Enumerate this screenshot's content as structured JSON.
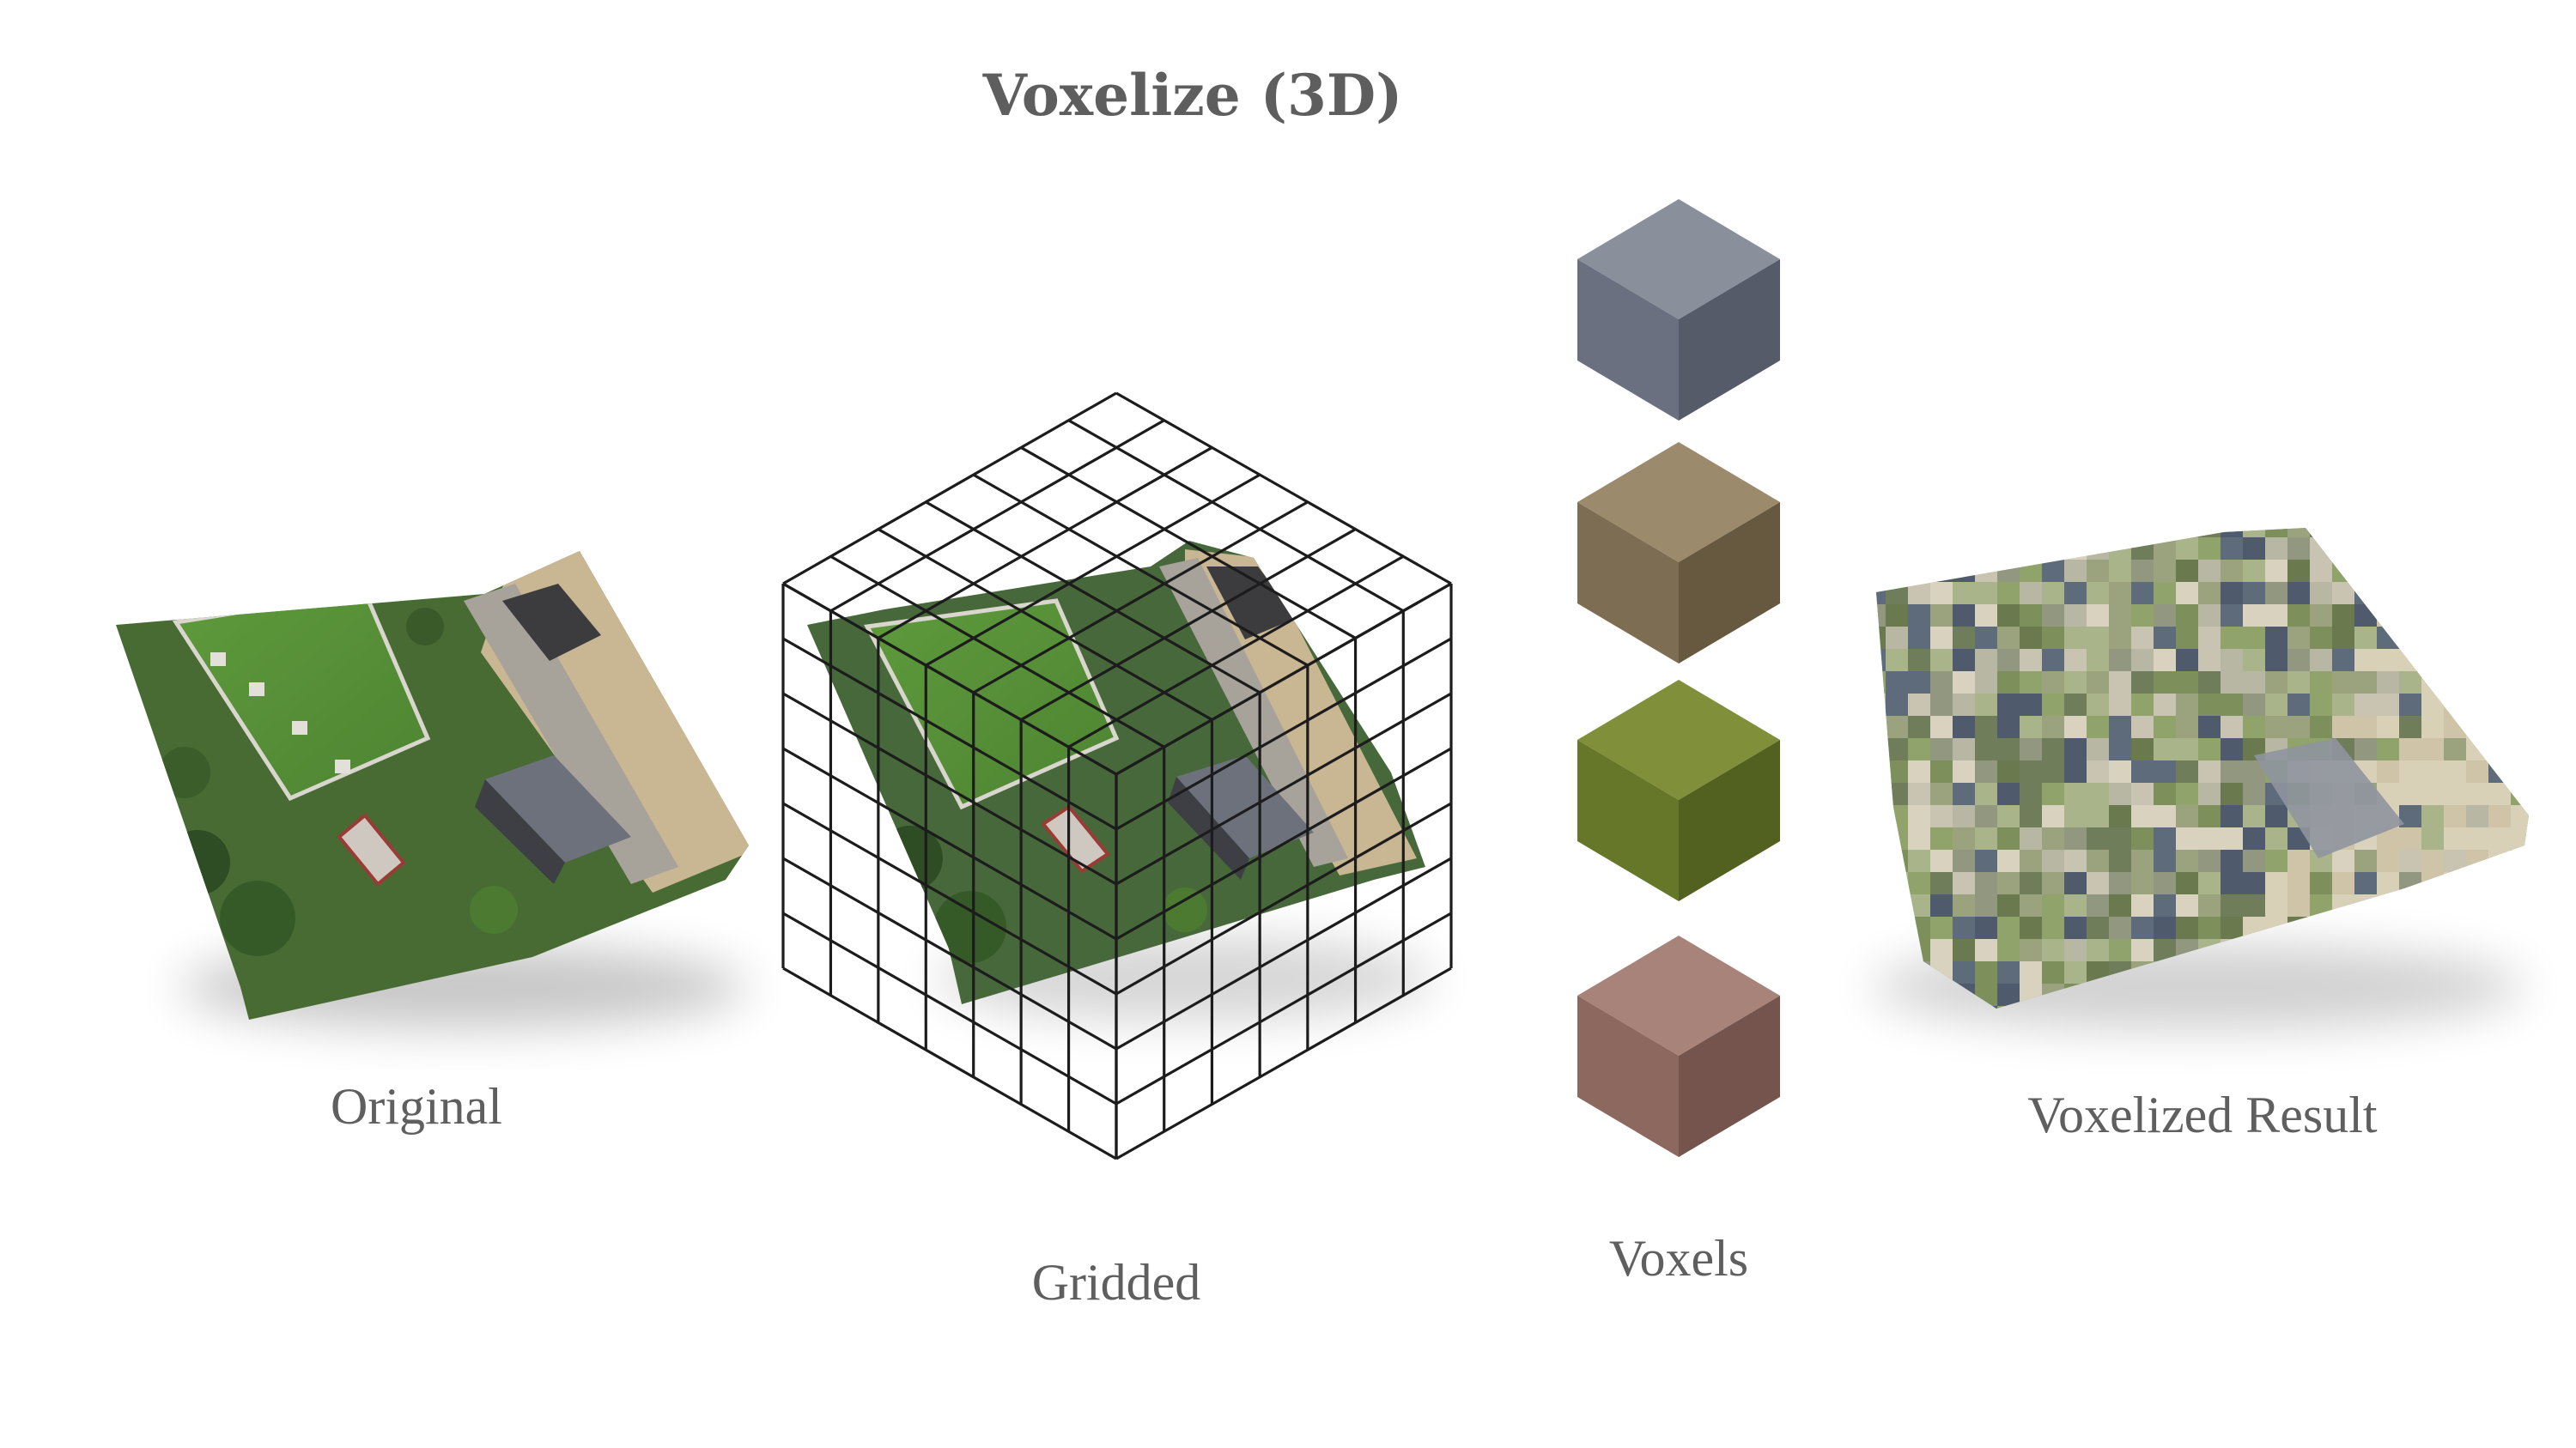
{
  "title": "Voxelize (3D)",
  "captions": {
    "original": "Original",
    "gridded": "Gridded",
    "voxels": "Voxels",
    "result": "Voxelized Result"
  },
  "voxel_colors": [
    {
      "name": "slate",
      "top": "#8a8f9c",
      "left": "#6b7080",
      "right": "#565b69"
    },
    {
      "name": "tan",
      "top": "#9b8a6c",
      "left": "#7d6d52",
      "right": "#675940"
    },
    {
      "name": "olive",
      "top": "#7f8f3a",
      "left": "#66772a",
      "right": "#52611f"
    },
    {
      "name": "clay",
      "top": "#a7837a",
      "left": "#8c685f",
      "right": "#74544c"
    }
  ]
}
